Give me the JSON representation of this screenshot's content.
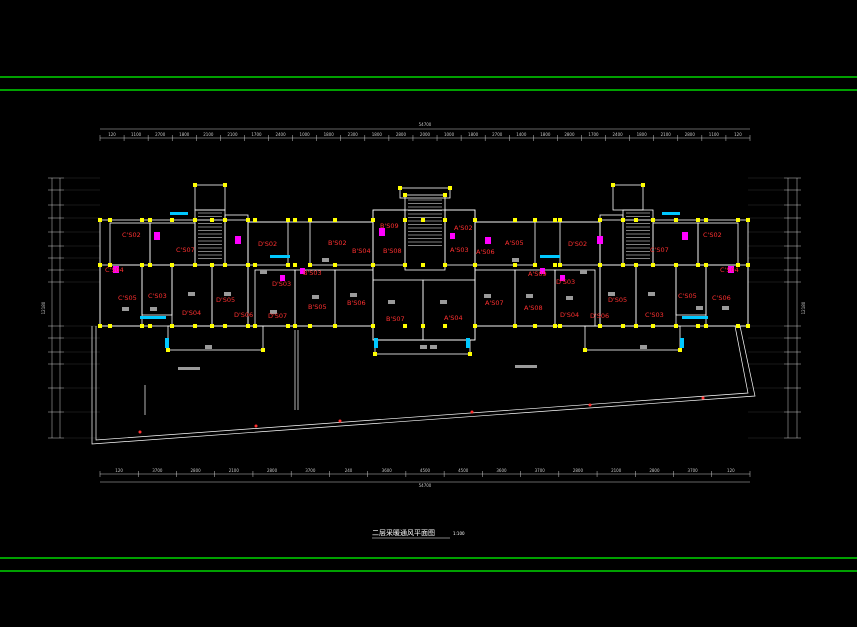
{
  "drawing": {
    "title": "二层采暖通风平面图",
    "scale": "1:100",
    "colors": {
      "background": "#000000",
      "frame_line": "#00ff00",
      "wall": "#ffffff",
      "room_label": "#ff3030",
      "column": "#ffff00",
      "equipment": "#ff00ff",
      "window": "#00c8ff",
      "dimension": "#c8c8c8"
    }
  },
  "dimensions": {
    "top_total": "54700",
    "bottom_total": "54700",
    "top_segments": [
      "120",
      "1100",
      "2700",
      "1800",
      "2100",
      "2100",
      "1700",
      "2400",
      "1000",
      "1800",
      "2300",
      "1800",
      "2800",
      "2000",
      "1000",
      "1800",
      "2700",
      "1400",
      "1800",
      "2800",
      "1700",
      "2400",
      "1800",
      "2100",
      "2800",
      "1100",
      "120"
    ],
    "bottom_segments": [
      "120",
      "3700",
      "2800",
      "2100",
      "2800",
      "3700",
      "240",
      "3600",
      "4500",
      "4500",
      "3600",
      "3700",
      "2800",
      "2100",
      "2800",
      "3700",
      "120"
    ],
    "left_total": "12180",
    "right_total": "12180"
  },
  "rooms": [
    {
      "label": "C'S02"
    },
    {
      "label": "C'S07"
    },
    {
      "label": "C'S04"
    },
    {
      "label": "C'S05"
    },
    {
      "label": "C'S03"
    },
    {
      "label": "D'S02"
    },
    {
      "label": "D'S03"
    },
    {
      "label": "D'S04"
    },
    {
      "label": "D'S05"
    },
    {
      "label": "D'S06"
    },
    {
      "label": "D'S07"
    },
    {
      "label": "B'S02"
    },
    {
      "label": "B'S03"
    },
    {
      "label": "B'S04"
    },
    {
      "label": "B'S05"
    },
    {
      "label": "B'S06"
    },
    {
      "label": "B'S07"
    },
    {
      "label": "B'S08"
    },
    {
      "label": "B'S09"
    },
    {
      "label": "A'S02"
    },
    {
      "label": "A'S03"
    },
    {
      "label": "A'S04"
    },
    {
      "label": "A'S05"
    },
    {
      "label": "A'S06"
    },
    {
      "label": "A'S07"
    },
    {
      "label": "A'S08"
    },
    {
      "label": "A'S09"
    },
    {
      "label": "C'S02"
    },
    {
      "label": "C'S07"
    },
    {
      "label": "C'S04"
    },
    {
      "label": "C'S05"
    },
    {
      "label": "C'S06"
    },
    {
      "label": "C'S03"
    },
    {
      "label": "D'S02"
    },
    {
      "label": "D'S05"
    },
    {
      "label": "D'S06"
    },
    {
      "label": "D'S04"
    },
    {
      "label": "D'S03"
    }
  ]
}
